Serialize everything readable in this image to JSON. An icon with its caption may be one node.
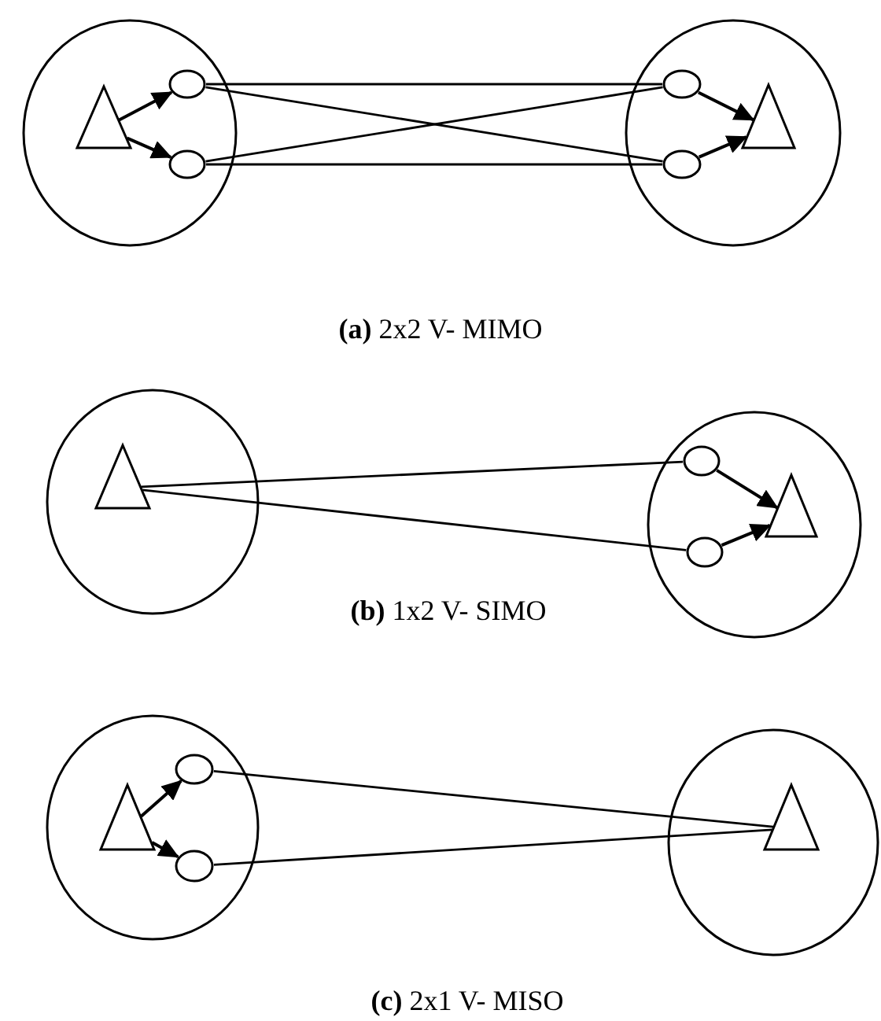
{
  "diagram": {
    "nodes": [
      {
        "text": [],
        "shape": "circle"
      },
      {
        "text": [],
        "shape": "triangle",
        "in": 0
      },
      {
        "text": [],
        "shape": "ellipse",
        "in": 0
      },
      {
        "text": [],
        "shape": "ellipse",
        "in": 0
      },
      {
        "text": [],
        "shape": "circle"
      },
      {
        "text": [],
        "shape": "ellipse",
        "in": 4
      },
      {
        "text": [],
        "shape": "ellipse",
        "in": 4
      },
      {
        "text": [],
        "shape": "triangle",
        "in": 4
      },
      {
        "text": [],
        "shape": "circle"
      },
      {
        "text": [],
        "shape": "triangle",
        "in": 8
      },
      {
        "text": [],
        "shape": "circle"
      },
      {
        "text": [],
        "shape": "ellipse",
        "in": 10
      },
      {
        "text": [],
        "shape": "ellipse",
        "in": 10
      },
      {
        "text": [],
        "shape": "triangle",
        "in": 10
      },
      {
        "text": [],
        "shape": "circle"
      },
      {
        "text": [],
        "shape": "triangle",
        "in": 14
      },
      {
        "text": [],
        "shape": "ellipse",
        "in": 14
      },
      {
        "text": [],
        "shape": "ellipse",
        "in": 14
      },
      {
        "text": [],
        "shape": "circle"
      },
      {
        "text": [],
        "shape": "triangle",
        "in": 18
      }
    ],
    "edges": [
      {
        "from": 1,
        "to": 2,
        "arrow": "to"
      },
      {
        "from": 1,
        "to": 3,
        "arrow": "to"
      },
      {
        "from": 2,
        "to": 5,
        "arrow": "none"
      },
      {
        "from": 2,
        "to": 6,
        "arrow": "none"
      },
      {
        "from": 3,
        "to": 5,
        "arrow": "none"
      },
      {
        "from": 3,
        "to": 6,
        "arrow": "none"
      },
      {
        "from": 5,
        "to": 7,
        "arrow": "to"
      },
      {
        "from": 6,
        "to": 7,
        "arrow": "to"
      },
      {
        "from": 9,
        "to": 11,
        "arrow": "none"
      },
      {
        "from": 9,
        "to": 12,
        "arrow": "none"
      },
      {
        "from": 11,
        "to": 13,
        "arrow": "to"
      },
      {
        "from": 12,
        "to": 13,
        "arrow": "to"
      },
      {
        "from": 15,
        "to": 16,
        "arrow": "to"
      },
      {
        "from": 15,
        "to": 17,
        "arrow": "to"
      },
      {
        "from": 16,
        "to": 19,
        "arrow": "none"
      },
      {
        "from": 17,
        "to": 19,
        "arrow": "none"
      }
    ],
    "labels": [
      "**(a)** 2x2 V- MIMO",
      "**(b)** 1x2 V- SIMO",
      "**(c)** 2x1 V- MISO"
    ]
  }
}
